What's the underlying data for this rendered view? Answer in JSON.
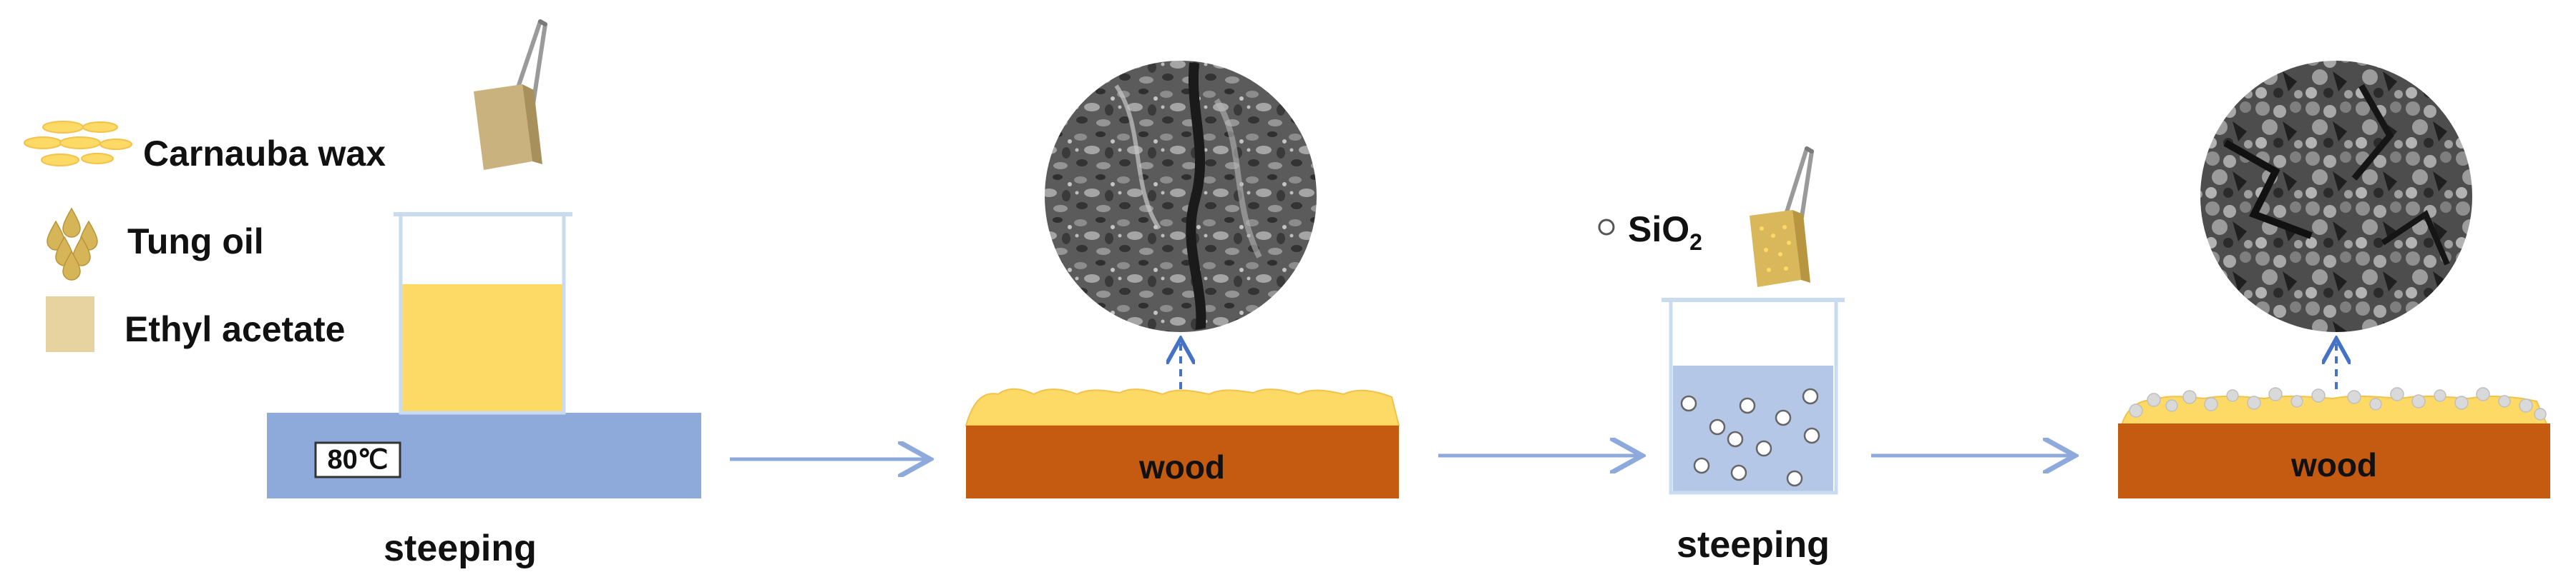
{
  "legend": {
    "carnauba_wax": "Carnauba wax",
    "tung_oil": "Tung oil",
    "ethyl_acetate": "Ethyl acetate"
  },
  "heater": {
    "temperature": "80℃"
  },
  "steps": {
    "step1_label": "steeping",
    "step3_label": "steeping"
  },
  "wood": {
    "label1": "wood",
    "label2": "wood"
  },
  "silica": {
    "base": "SiO",
    "subscript": "2"
  },
  "colors": {
    "wax": "#FDD966",
    "wax_outline": "#E8B63C",
    "oil": "#D6B558",
    "ethyl_acetate": "#E6D3A0",
    "heater": "#8EAADB",
    "wood": "#C55A11",
    "solution": "#B4C7E7",
    "arrow": "#8EA9DB",
    "dashed_arrow": "#4472C4",
    "sem_dark": "#2a2a2a",
    "sem_light": "#9a9a9a"
  },
  "icons": [
    "wax-flakes-icon",
    "oil-drops-icon",
    "ethyl-acetate-swatch-icon",
    "tweezers-icon",
    "sio2-particle-icon"
  ]
}
